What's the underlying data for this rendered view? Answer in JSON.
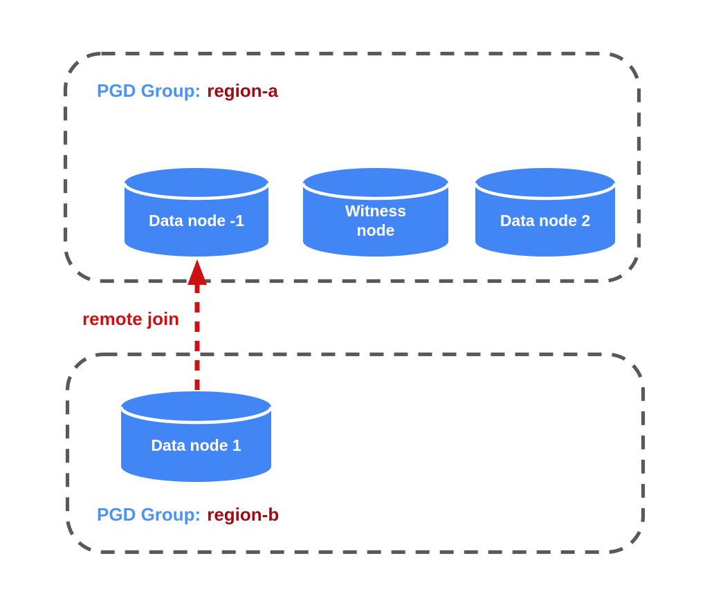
{
  "canvas": {
    "background": "#ffffff"
  },
  "colors": {
    "node_blue": "#4285f4",
    "label_blue": "#4b93f5",
    "dark_red": "#9e0b10",
    "bright_red": "#cc1213",
    "border_gray": "#595959",
    "node_text": "#ffffff"
  },
  "groups": [
    {
      "name": "region-a",
      "label_prefix": "PGD Group:",
      "label_region": "region-a",
      "nodes": [
        {
          "label": "Data node -1"
        },
        {
          "label": "Witness\nnode"
        },
        {
          "label": "Data node 2"
        }
      ]
    },
    {
      "name": "region-b",
      "label_prefix": "PGD Group:",
      "label_region": "region-b",
      "nodes": [
        {
          "label": "Data node 1"
        }
      ]
    }
  ],
  "connection": {
    "label": "remote join",
    "from_node": "Data node 1",
    "to_node": "Data node -1",
    "type": "dashed-arrow"
  }
}
